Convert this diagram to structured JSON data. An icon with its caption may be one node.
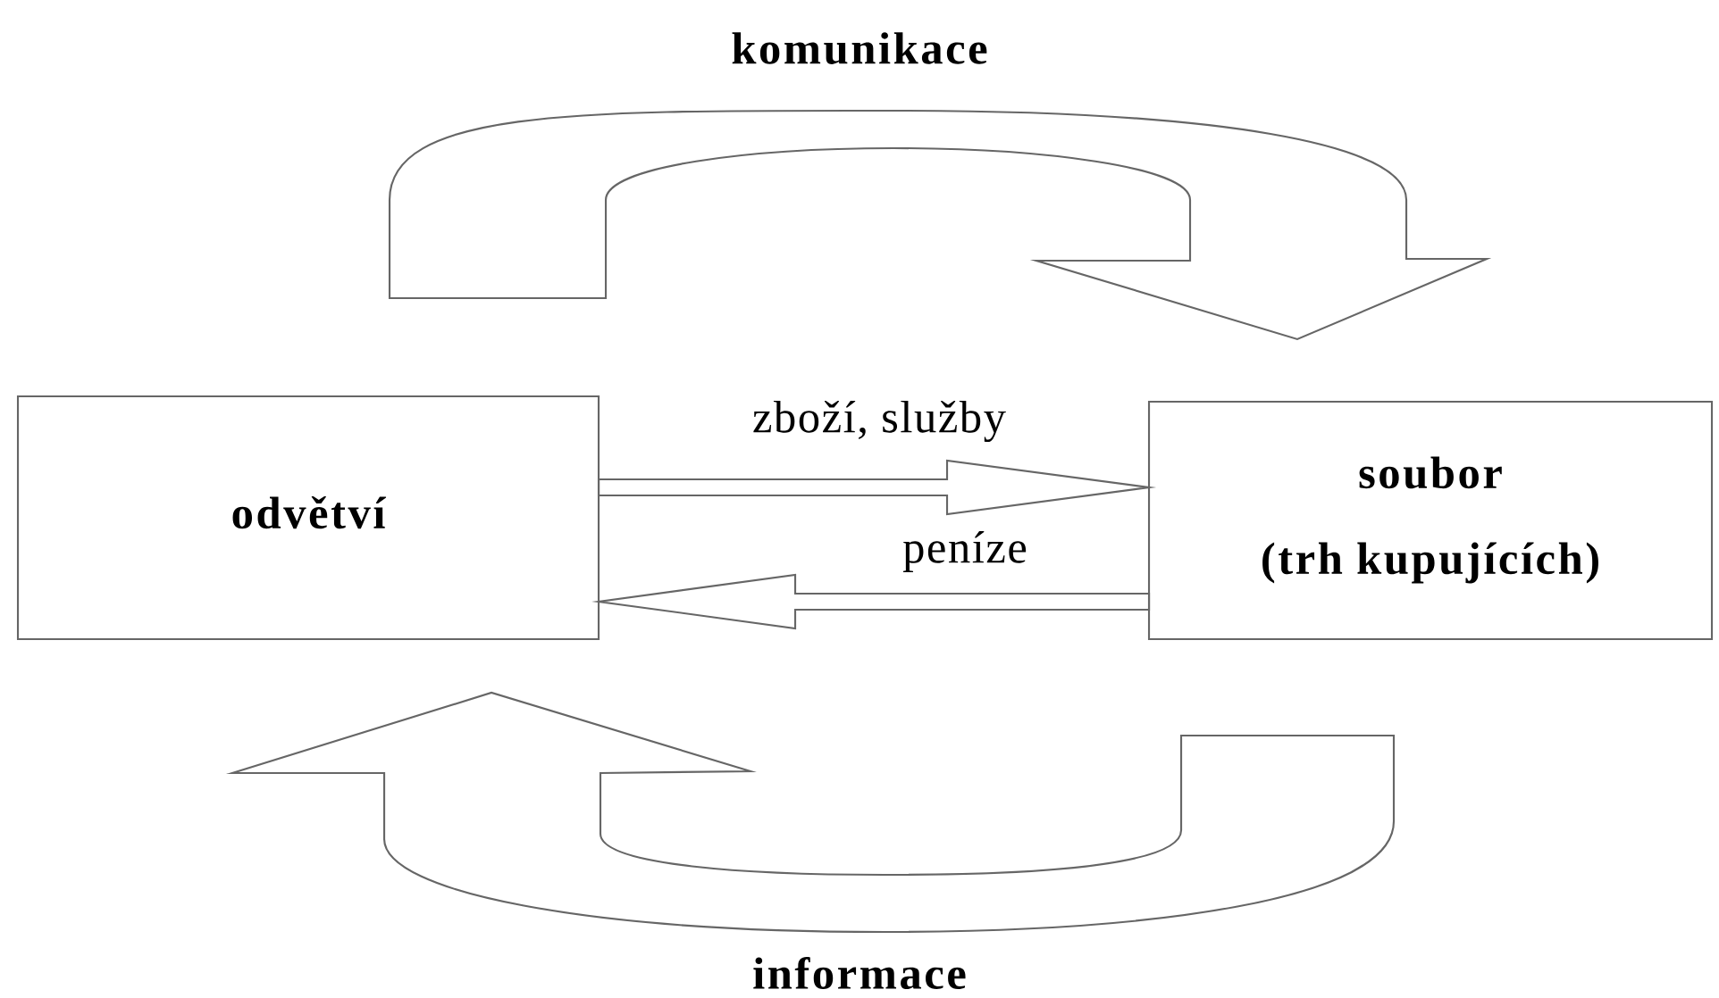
{
  "diagram": {
    "nodes": [
      {
        "text": [
          "odvětví"
        ]
      },
      {
        "text": [
          "soubor",
          "(trh kupujících)"
        ]
      }
    ],
    "edges": [
      {
        "from": 0,
        "to": 1,
        "arrow": "to",
        "label": "zboží, služby"
      },
      {
        "from": 1,
        "to": 0,
        "arrow": "to",
        "label": "peníze"
      },
      {
        "from": 0,
        "to": 1,
        "arrow": "to",
        "label": "komunikace"
      },
      {
        "from": 1,
        "to": 0,
        "arrow": "to",
        "label": "informace"
      }
    ]
  }
}
